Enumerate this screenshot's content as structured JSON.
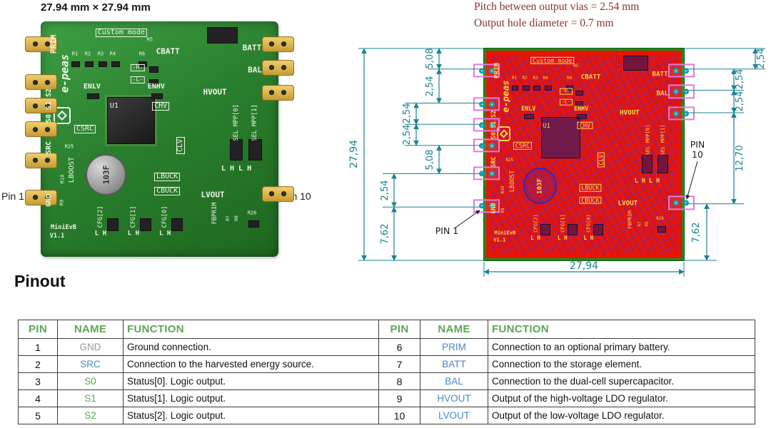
{
  "colors": {
    "header_green": "#5aa855",
    "name_blue": "#4c87c9",
    "name_gray": "#9a9a9a",
    "name_green": "#5aa855",
    "dim_teal": "#1b8391",
    "note_red": "#8c2f2f",
    "board_green": "#2a7f2e",
    "board_red": "#ea1300",
    "pad_gold": "#d9b544",
    "pad_magenta": "#e07ae0",
    "silk_yellow": "#ffd84d"
  },
  "photo_panel": {
    "size_label": "27.94 mm × 27.94 mm",
    "pin1": "Pin 1",
    "pin10": "Pin 10"
  },
  "silk": {
    "prim": "PRIM",
    "custom_mode": "Custom mode",
    "r1": "R1",
    "r2": "R2",
    "r3": "R3",
    "r4": "R4",
    "r5": "R5",
    "r6": "R6",
    "cbatt": "CBATT",
    "batt": "BATT",
    "bal": "BAL",
    "jh": "-H-",
    "jl": "-L-",
    "enlv": "ENLV",
    "enhv": "ENHV",
    "hvout": "HVOUT",
    "u1": "U1",
    "chv": "CHV",
    "sel_mpp0": "SEL MPP[0]",
    "sel_mpp1": "SEL MPP[1]",
    "epeas": "e-peas",
    "s_group": "S0 S1 S2",
    "csrc": "CSRC",
    "src": "SRC",
    "r25": "R25",
    "lboost": "LBOOST",
    "r10": "R10",
    "inductor": "103F",
    "clv": "CLV",
    "lbuck": "LBUCK",
    "cbuck": "CBUCK",
    "lvout": "LVOUT",
    "gnd": "GND",
    "r9": "R9",
    "cfg2": "CFG[2]",
    "cfg1": "CFG[1]",
    "cfg0": "CFG[0]",
    "lh": "L H",
    "lh2": "L H L H",
    "fbprim": "FBPRIM",
    "r7": "R7",
    "r8": "R8",
    "r26": "R26",
    "minievb": "MiniEvB",
    "version": "V1.1"
  },
  "drawing_panel": {
    "note1": "Pitch between output vias = 2.54 mm",
    "note2": "Output hole diameter = 0.7 mm",
    "pin1": "PIN 1",
    "pin10_line1": "PIN",
    "pin10_line2": "10",
    "dims": {
      "overall_left": "27,94",
      "overall_bottom": "27,94",
      "left": [
        "5,08",
        "2,54",
        "2,54",
        "2,54",
        "5,08",
        "2,54",
        "7,62"
      ],
      "right": [
        "2,54",
        "2,54",
        "2,54",
        "12,70",
        "7,62"
      ]
    }
  },
  "pinout": {
    "heading": "Pinout",
    "headers": {
      "pin": "PIN",
      "name": "NAME",
      "function": "FUNCTION"
    },
    "left_rows": [
      {
        "pin": "1",
        "name": "GND",
        "color": "gray",
        "function": "Ground connection."
      },
      {
        "pin": "2",
        "name": "SRC",
        "color": "blue",
        "function": "Connection to the harvested energy source."
      },
      {
        "pin": "3",
        "name": "S0",
        "color": "green",
        "function": "Status[0]. Logic output."
      },
      {
        "pin": "4",
        "name": "S1",
        "color": "green",
        "function": "Status[1]. Logic output."
      },
      {
        "pin": "5",
        "name": "S2",
        "color": "green",
        "function": "Status[2]. Logic output."
      }
    ],
    "right_rows": [
      {
        "pin": "6",
        "name": "PRIM",
        "color": "blue",
        "function": "Connection to an optional primary battery."
      },
      {
        "pin": "7",
        "name": "BATT",
        "color": "blue",
        "function": "Connection to the storage element."
      },
      {
        "pin": "8",
        "name": "BAL",
        "color": "blue",
        "function": "Connection to the dual-cell supercapacitor."
      },
      {
        "pin": "9",
        "name": "HVOUT",
        "color": "blue",
        "function": "Output of the high-voltage LDO regulator."
      },
      {
        "pin": "10",
        "name": "LVOUT",
        "color": "blue",
        "function": "Output of the low-voltage LDO regulator."
      }
    ]
  }
}
